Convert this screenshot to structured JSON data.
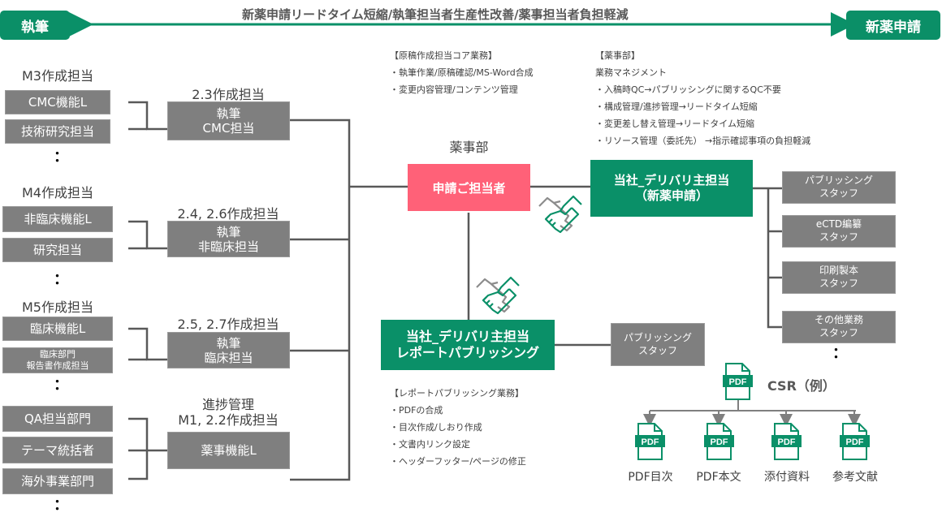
{
  "header": {
    "left_badge": "執筆",
    "right_badge": "新薬申請",
    "banner": "新薬申請リードタイム短縮/執筆担当者生産性改善/薬事担当者負担軽減"
  },
  "left_groups": [
    {
      "heading": "M3作成担当",
      "items": [
        "CMC機能L",
        "技術研究担当"
      ],
      "target_label": "2.3作成担当",
      "target": [
        "執筆",
        "CMC担当"
      ]
    },
    {
      "heading": "M4作成担当",
      "items": [
        "非臨床機能L",
        "研究担当"
      ],
      "target_label": "2.4, 2.6作成担当",
      "target": [
        "執筆",
        "非臨床担当"
      ]
    },
    {
      "heading": "M5作成担当",
      "items": [
        "臨床機能L",
        "臨床部門\n報告書作成担当"
      ],
      "target_label": "2.5, 2.7作成担当",
      "target": [
        "執筆",
        "臨床担当"
      ]
    },
    {
      "heading": "",
      "items": [
        "QA担当部門",
        "テーマ統括者",
        "海外事業部門"
      ],
      "target_label": "進捗管理\nM1, 2.2作成担当",
      "target": [
        "薬事機能L"
      ]
    }
  ],
  "ellipsis": "：",
  "core_tasks": {
    "title": "【原稿作成担当コア業務】",
    "items": [
      "・執筆作業/原稿確認/MS-Word合成",
      "・変更内容管理/コンテンツ管理"
    ]
  },
  "regulatory": {
    "dept_label": "薬事部",
    "applicant": "申請ご担当者"
  },
  "regulatory_notes": {
    "title": "【薬事部】",
    "subtitle": "業務マネジメント",
    "items": [
      "・入稿時QC→パブリッシングに関するQC不要",
      "・構成管理/進捗管理→リードタイム短縮",
      "・変更差し替え管理→リードタイム短縮",
      "・リソース管理（委託先） →指示確認事項の負担軽減"
    ]
  },
  "delivery_nda": {
    "line1": "当社_デリバリ主担当",
    "line2": "（新薬申請）"
  },
  "nda_staff": [
    [
      "パブリッシング",
      "スタッフ"
    ],
    [
      "eCTD編纂",
      "スタッフ"
    ],
    [
      "印刷製本",
      "スタッフ"
    ],
    [
      "その他業務",
      "スタッフ"
    ]
  ],
  "delivery_report": {
    "line1": "当社_デリバリ主担当",
    "line2": "レポートパブリッシング"
  },
  "report_staff": [
    "パブリッシング",
    "スタッフ"
  ],
  "report_tasks": {
    "title": "【レポートパブリッシング業務】",
    "items": [
      "・PDFの合成",
      "・目次作成/しおり作成",
      "・文書内リンク設定",
      "・ヘッダーフッター/ページの修正"
    ]
  },
  "csr": {
    "label": "CSR（例）",
    "pdf_text": "PDF",
    "children": [
      "PDF目次",
      "PDF本文",
      "添付資料",
      "参考文献"
    ]
  },
  "colors": {
    "green": "#0a9068",
    "pink": "#ff6178",
    "gray_box": "#7f7f7f",
    "line": "#595959"
  }
}
